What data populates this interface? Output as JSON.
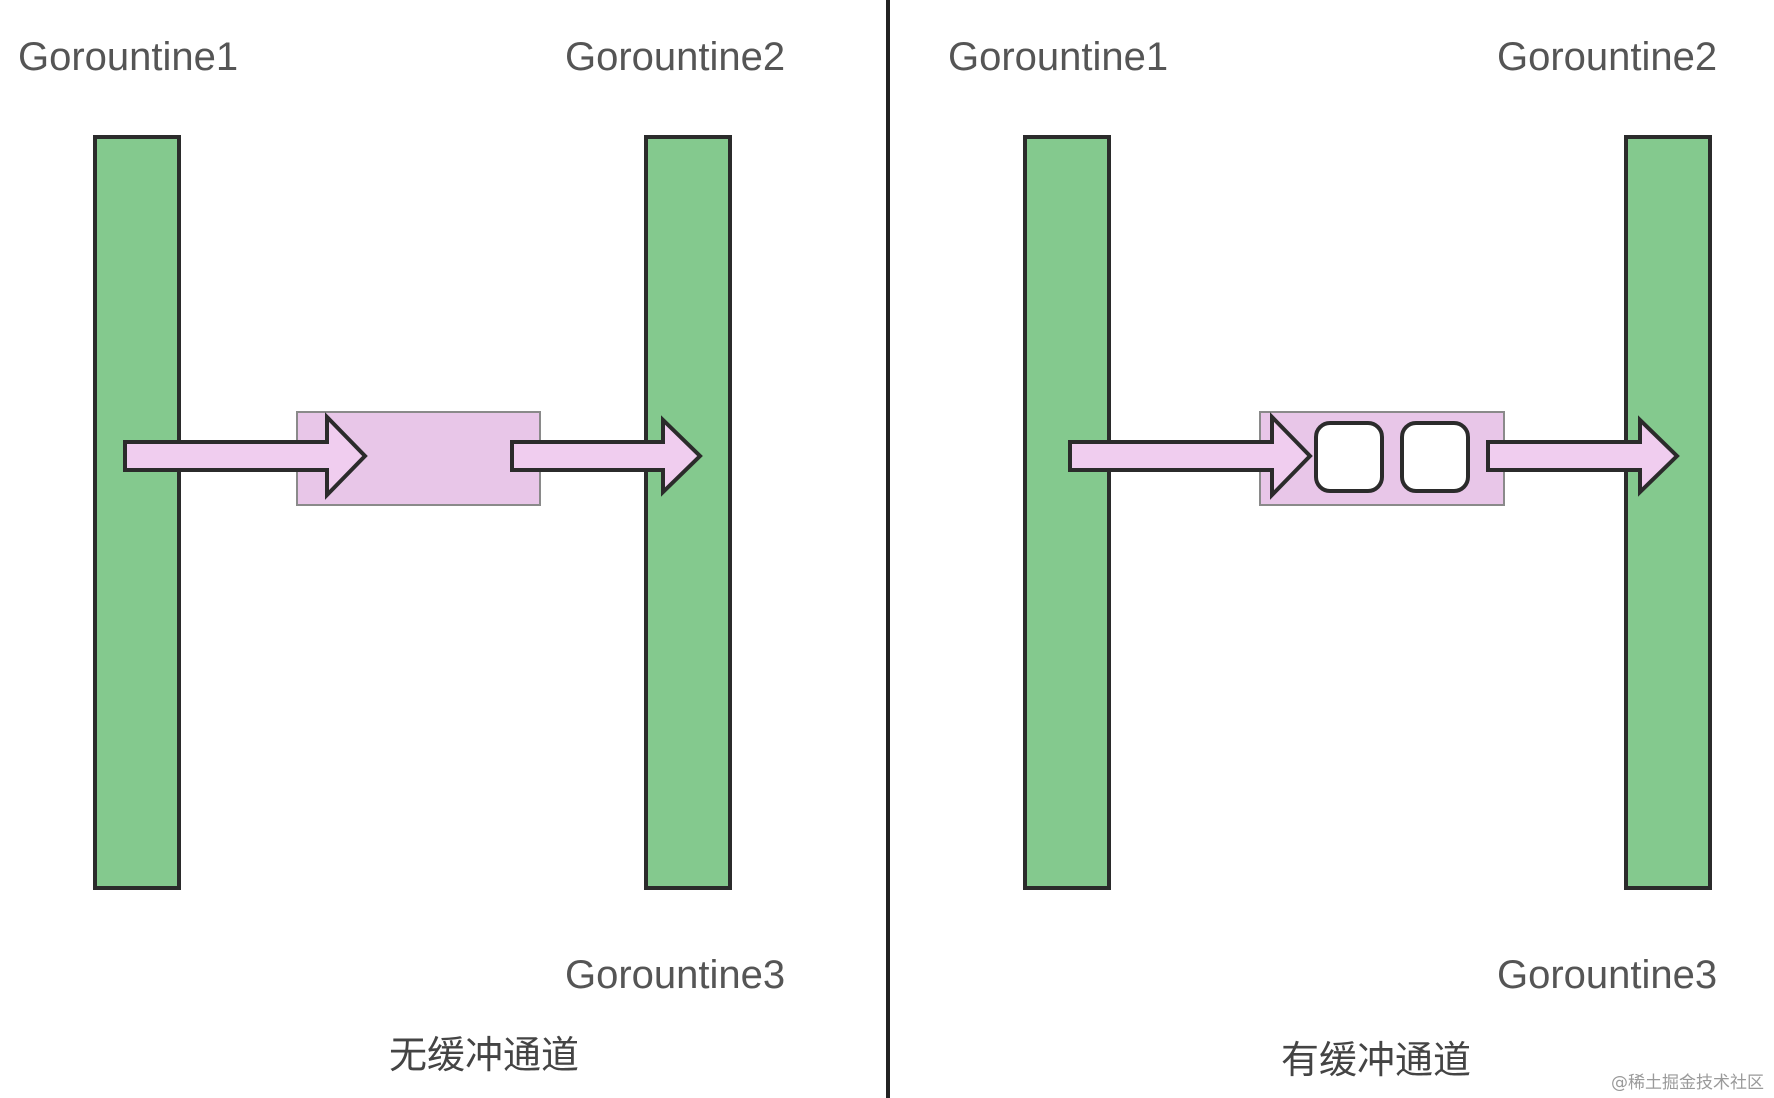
{
  "left_panel": {
    "label_g1": "Gorountine1",
    "label_g2": "Gorountine2",
    "label_g3": "Gorountine3",
    "caption": "无缓冲通道",
    "buffer_slots": 0
  },
  "right_panel": {
    "label_g1": "Gorountine1",
    "label_g2": "Gorountine2",
    "label_g3": "Gorountine3",
    "caption": "有缓冲通道",
    "buffer_slots": 2
  },
  "watermark": "@稀土掘金技术社区",
  "colors": {
    "goroutine_bar": "#84c98e",
    "channel_fill": "#e8c6e8",
    "arrow_fill": "#f0cdef",
    "stroke": "#2b2b2b"
  }
}
